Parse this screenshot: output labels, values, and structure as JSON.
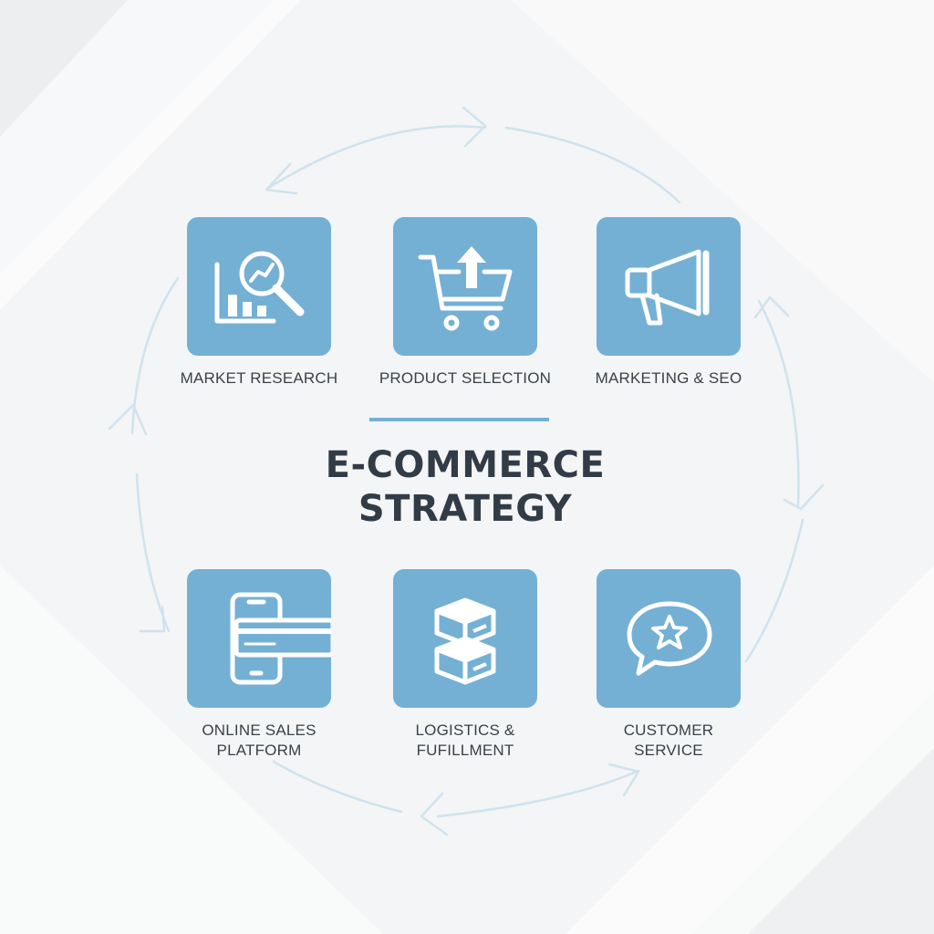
{
  "title": {
    "line1": "E-COMMERCE",
    "line2": "STRATEGY"
  },
  "steps": [
    {
      "label": "MARKET RESEARCH",
      "icon": "magnifier-chart-icon"
    },
    {
      "label": "PRODUCT SELECTION",
      "icon": "cart-upload-icon"
    },
    {
      "label": "MARKETING & SEO",
      "icon": "megaphone-icon"
    },
    {
      "label": "ONLINE SALES\nPLATFORM",
      "icon": "phone-card-icon"
    },
    {
      "label": "LOGISTICS &\nFUFILLMENT",
      "icon": "boxes-icon"
    },
    {
      "label": "CUSTOMER\nSERVICE",
      "icon": "chat-star-icon"
    }
  ],
  "colors": {
    "tile": "#74b0d4",
    "title_text": "#323c46",
    "label_text": "#3a4149",
    "cycle_arrow": "#cfe3ee",
    "background": "#f4f5f6"
  }
}
